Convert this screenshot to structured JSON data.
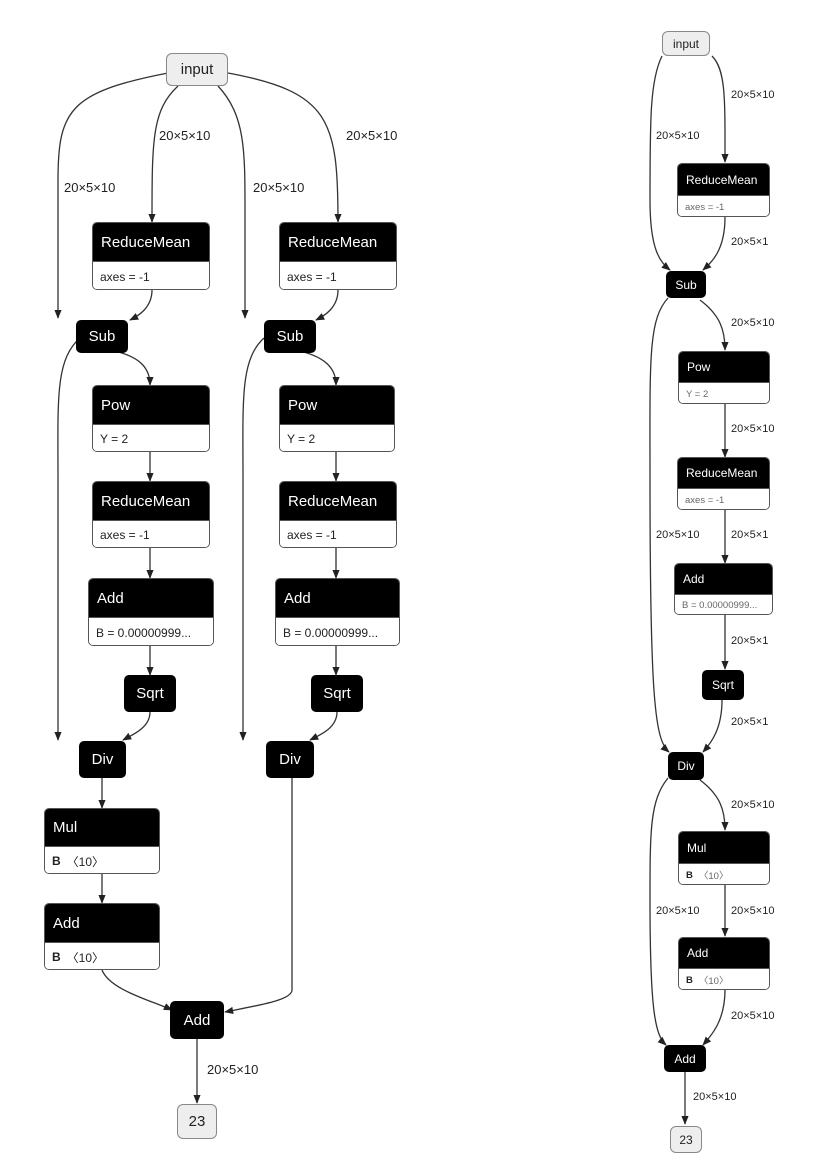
{
  "left": {
    "input": "input",
    "output": "23",
    "edge_labels": [
      "20×5×10",
      "20×5×10",
      "20×5×10",
      "20×5×10",
      "20×5×10"
    ],
    "branch_a": {
      "reducemean1": {
        "op": "ReduceMean",
        "attr": "axes = -1"
      },
      "sub": "Sub",
      "pow": {
        "op": "Pow",
        "attr": "Y = 2"
      },
      "reducemean2": {
        "op": "ReduceMean",
        "attr": "axes = -1"
      },
      "add_eps": {
        "op": "Add",
        "attr": "B = 0.00000999..."
      },
      "sqrt": "Sqrt",
      "div": "Div",
      "mul": {
        "op": "Mul",
        "attr_key": "B",
        "attr_val": "〈10〉"
      },
      "add_bias": {
        "op": "Add",
        "attr_key": "B",
        "attr_val": "〈10〉"
      }
    },
    "branch_b": {
      "reducemean1": {
        "op": "ReduceMean",
        "attr": "axes = -1"
      },
      "sub": "Sub",
      "pow": {
        "op": "Pow",
        "attr": "Y = 2"
      },
      "reducemean2": {
        "op": "ReduceMean",
        "attr": "axes = -1"
      },
      "add_eps": {
        "op": "Add",
        "attr": "B = 0.00000999..."
      },
      "sqrt": "Sqrt",
      "div": "Div"
    },
    "add_final": "Add"
  },
  "right": {
    "input": "input",
    "output": "23",
    "reducemean1": {
      "op": "ReduceMean",
      "attr": "axes = -1"
    },
    "sub": "Sub",
    "pow": {
      "op": "Pow",
      "attr": "Y = 2"
    },
    "reducemean2": {
      "op": "ReduceMean",
      "attr": "axes = -1"
    },
    "add_eps": {
      "op": "Add",
      "attr": "B = 0.00000999..."
    },
    "sqrt": "Sqrt",
    "div": "Div",
    "mul": {
      "op": "Mul",
      "attr_key": "B",
      "attr_val": "〈10〉"
    },
    "add_bias": {
      "op": "Add",
      "attr_key": "B",
      "attr_val": "〈10〉"
    },
    "add_final": "Add",
    "edge_labels": [
      "20×5×10",
      "20×5×10",
      "20×5×1",
      "20×5×10",
      "20×5×10",
      "20×5×10",
      "20×5×1",
      "20×5×1",
      "20×5×1",
      "20×5×10",
      "20×5×10",
      "20×5×10",
      "20×5×10",
      "20×5×10"
    ]
  }
}
